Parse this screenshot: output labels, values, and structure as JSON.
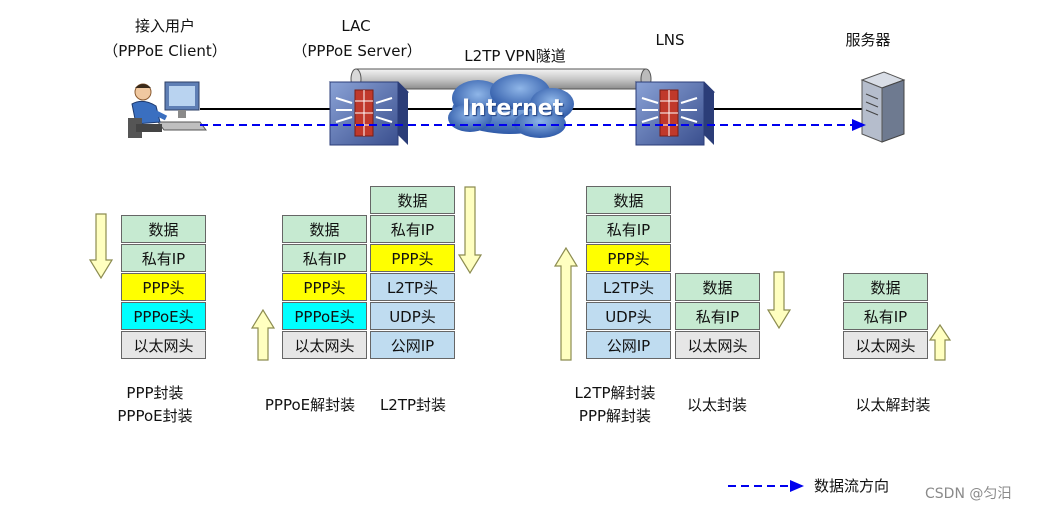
{
  "top": {
    "client": {
      "title": "接入用户",
      "subtitle": "（PPPoE Client）"
    },
    "lac": {
      "title": "LAC",
      "subtitle": "（PPPoE Server）"
    },
    "tunnel": "L2TP VPN隧道",
    "internet": "Internet",
    "lns": "LNS",
    "server": "服务器"
  },
  "stacks": {
    "s1": [
      "数据",
      "私有IP",
      "PPP头",
      "PPPoE头",
      "以太网头"
    ],
    "s2": [
      "数据",
      "私有IP",
      "PPP头",
      "PPPoE头",
      "以太网头"
    ],
    "s3": [
      "数据",
      "私有IP",
      "PPP头",
      "L2TP头",
      "UDP头",
      "公网IP"
    ],
    "s4": [
      "数据",
      "私有IP",
      "PPP头",
      "L2TP头",
      "UDP头",
      "公网IP"
    ],
    "s5": [
      "数据",
      "私有IP",
      "以太网头"
    ],
    "s6": [
      "数据",
      "私有IP",
      "以太网头"
    ]
  },
  "captions": {
    "c1a": "PPP封装",
    "c1b": "PPPoE封装",
    "c2": "PPPoE解封装",
    "c3": "L2TP封装",
    "c4a": "L2TP解封装",
    "c4b": "PPP解封装",
    "c5": "以太封装",
    "c6": "以太解封装"
  },
  "legend": "数据流方向",
  "watermark": "CSDN @匀汨",
  "colors": {
    "flow": "#0000ee",
    "arrow_fill": "#ffffc0",
    "arrow_stroke": "#8c8c50"
  }
}
